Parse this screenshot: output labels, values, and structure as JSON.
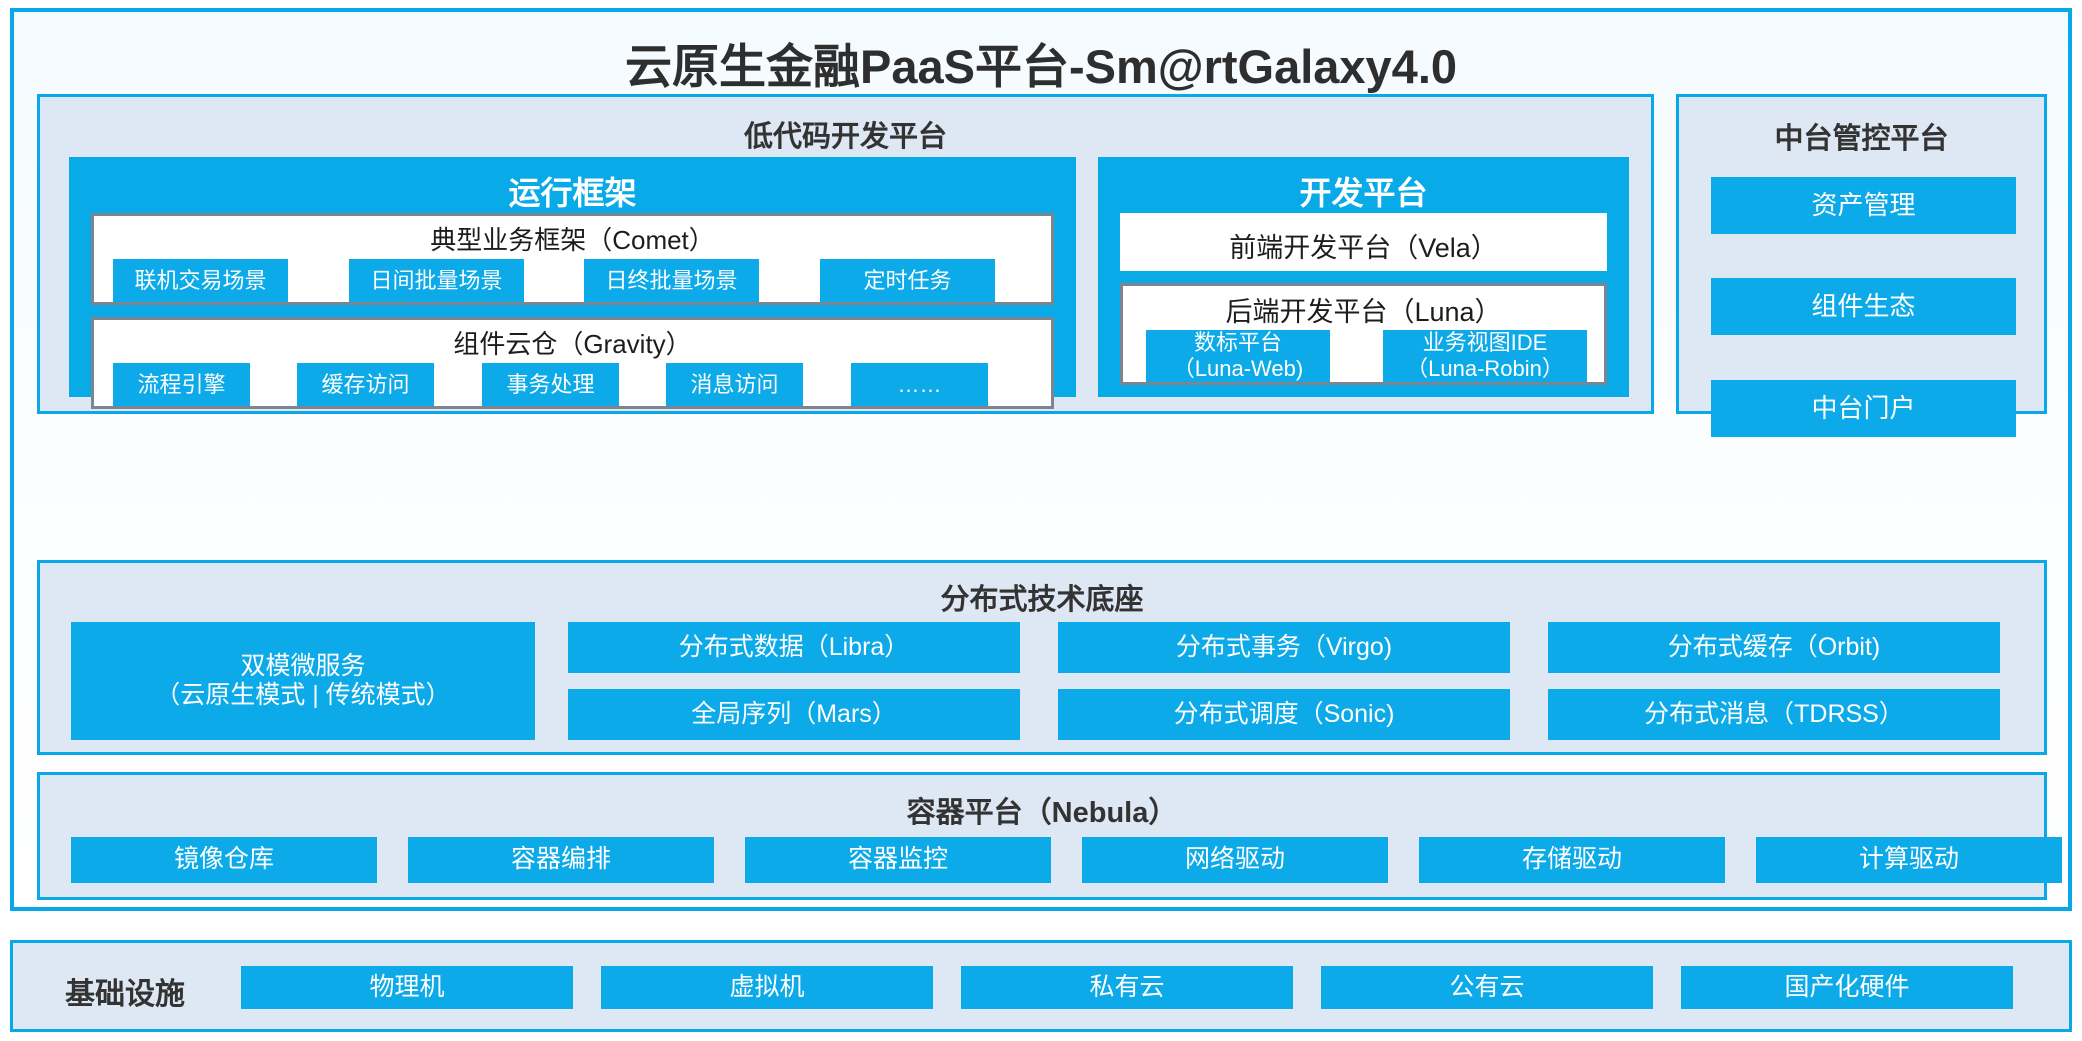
{
  "page": {
    "title": "云原生金融PaaS平台-Sm@rtGalaxy4.0"
  },
  "colors": {
    "accent_blue": "#09A8E8",
    "chip_blue": "#0CAAE8",
    "panel_bg": "#DEE8F4",
    "card_border_gray": "#7E858F",
    "title_text": "#2E2E2E"
  },
  "lowcode": {
    "title": "低代码开发平台",
    "runtime": {
      "title": "运行框架",
      "comet": {
        "title": "典型业务框架（Comet）",
        "items": [
          "联机交易场景",
          "日间批量场景",
          "日终批量场景",
          "定时任务"
        ]
      },
      "gravity": {
        "title": "组件云仓（Gravity）",
        "items": [
          "流程引擎",
          "缓存访问",
          "事务处理",
          "消息访问",
          "……"
        ]
      }
    },
    "devplatform": {
      "title": "开发平台",
      "frontend": {
        "title": "前端开发平台（Vela）"
      },
      "backend": {
        "title": "后端开发平台（Luna）",
        "items": [
          {
            "name": "数标平台",
            "code": "（Luna-Web)"
          },
          {
            "name": "业务视图IDE",
            "code": "（Luna-Robin）"
          }
        ]
      }
    }
  },
  "midplatform": {
    "title": "中台管控平台",
    "items": [
      "资产管理",
      "组件生态",
      "中台门户"
    ]
  },
  "distributed": {
    "title": "分布式技术底座",
    "microservice": {
      "line1": "双模微服务",
      "line2": "（云原生模式 | 传统模式）"
    },
    "columns": [
      [
        "分布式数据（Libra）",
        "全局序列（Mars）"
      ],
      [
        "分布式事务（Virgo)",
        "分布式调度（Sonic)"
      ],
      [
        "分布式缓存（Orbit)",
        "分布式消息（TDRSS）"
      ]
    ]
  },
  "container": {
    "title": "容器平台（Nebula）",
    "items": [
      "镜像仓库",
      "容器编排",
      "容器监控",
      "网络驱动",
      "存储驱动",
      "计算驱动"
    ]
  },
  "infrastructure": {
    "label": "基础设施",
    "items": [
      "物理机",
      "虚拟机",
      "私有云",
      "公有云",
      "国产化硬件"
    ]
  }
}
